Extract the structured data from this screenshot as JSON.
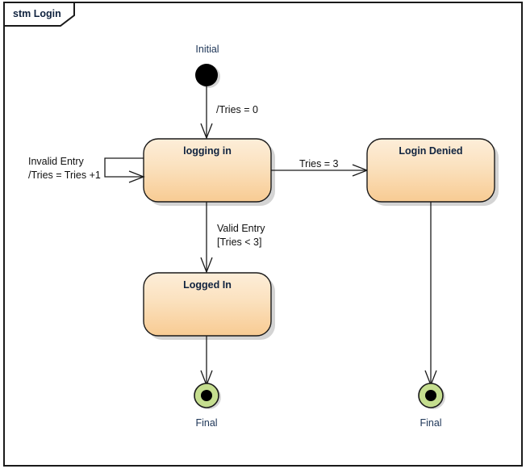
{
  "frame": {
    "title": "stm Login",
    "border_color": "#1a1a1a",
    "background": "#ffffff"
  },
  "palette": {
    "state_fill_top": "#fbe3c3",
    "state_fill_bottom": "#f8cf9c",
    "state_stroke": "#1a1a1a",
    "final_fill": "#c5de8f",
    "initial_fill": "#000000",
    "text_color": "#10233f",
    "label_color": "#1d3557"
  },
  "nodes": {
    "initial": {
      "label": "Initial",
      "type": "initial-pseudostate"
    },
    "logging_in": {
      "label": "logging in",
      "type": "state"
    },
    "login_denied": {
      "label": "Login Denied",
      "type": "state"
    },
    "logged_in": {
      "label": "Logged In",
      "type": "state"
    },
    "final_left": {
      "label": "Final",
      "type": "final-state"
    },
    "final_right": {
      "label": "Final",
      "type": "final-state"
    }
  },
  "transitions": {
    "initial_to_logging_in": {
      "label": "/Tries = 0"
    },
    "logging_in_self": {
      "label_line1": "Invalid Entry",
      "label_line2": "/Tries = Tries +1"
    },
    "logging_in_to_login_denied": {
      "label": "Tries = 3"
    },
    "logging_in_to_logged_in": {
      "label_line1": "Valid Entry",
      "label_line2": "[Tries < 3]"
    },
    "logged_in_to_final": {
      "label": ""
    },
    "login_denied_to_final": {
      "label": ""
    }
  }
}
